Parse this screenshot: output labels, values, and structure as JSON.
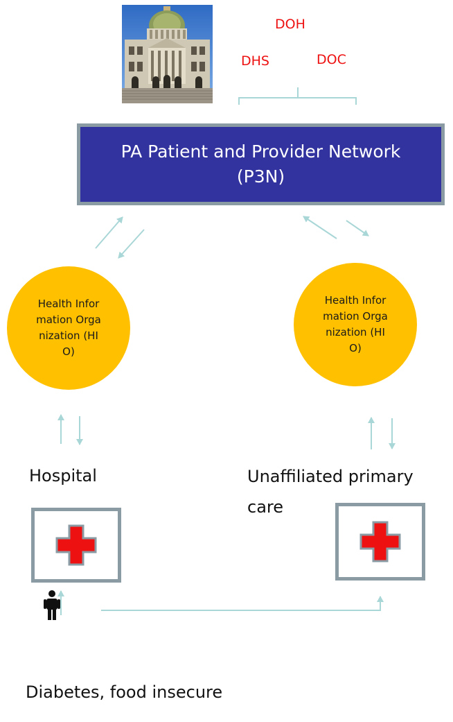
{
  "state": {
    "agencies": [
      "DOH",
      "DHS",
      "DOC"
    ]
  },
  "network": {
    "line1": "PA Patient and Provider Network",
    "line2": "(P3N)"
  },
  "hio_left": {
    "label": "Health Information Organization (HIO)"
  },
  "hio_right": {
    "label": "Health Information Organization (HIO)"
  },
  "sites": {
    "hospital_label": "Hospital",
    "primary_care_label": "Unaffiliated primary care"
  },
  "patient": {
    "label": "Diabetes, food insecure",
    "icon": "person-icon"
  },
  "colors": {
    "network_box": "#3333a0",
    "network_border": "#8a9ba3",
    "hio": "#ffc000",
    "agency_text": "#ee1111",
    "arrows": "#a9d6d6",
    "cross": "#ee1111"
  }
}
